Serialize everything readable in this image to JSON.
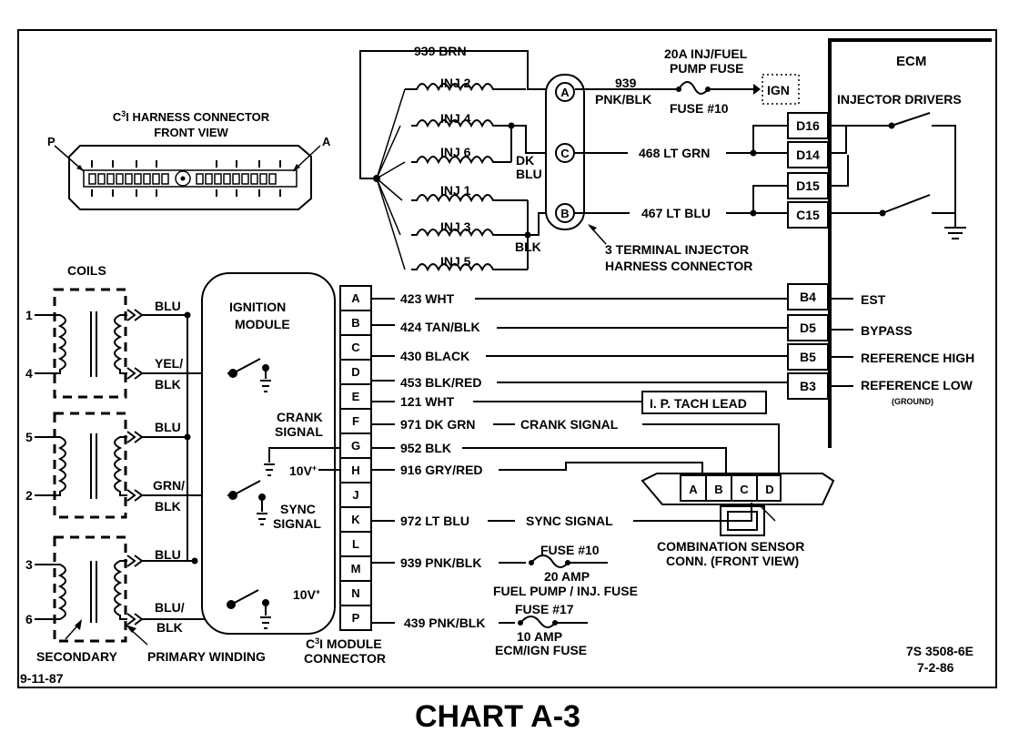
{
  "title": "CHART A-3",
  "date_left": "9-11-87",
  "ref_code": "7S 3508-6E",
  "ref_date": "7-2-86",
  "harness_connector": {
    "title_line1_prefix": "C",
    "title_line1_sup": "3",
    "title_line1_rest": "I  HARNESS CONNECTOR",
    "title_line2": "FRONT VIEW",
    "pin_left": "P",
    "pin_right": "A"
  },
  "injectors": [
    "INJ 2",
    "INJ 4",
    "INJ 6",
    "INJ 1",
    "INJ 3",
    "INJ 5"
  ],
  "wire_939_brn": "939 BRN",
  "dk_blu_line1": "DK",
  "dk_blu_line2": "BLU",
  "blk_label": "BLK",
  "fuse_top_line1": "20A INJ/FUEL",
  "fuse_top_line2": "PUMP FUSE",
  "fuse_top_name": "FUSE #10",
  "wire_939_num": "939",
  "wire_939_color": "PNK/BLK",
  "ign_label": "IGN",
  "term_a": "A",
  "term_c": "C",
  "term_b": "B",
  "wire_468": "468 LT GRN",
  "wire_467": "467 LT BLU",
  "term_connector_line1": "3 TERMINAL INJECTOR",
  "term_connector_line2": "HARNESS CONNECTOR",
  "ecm": {
    "label": "ECM",
    "injector_drivers": "INJECTOR DRIVERS",
    "pins_top": [
      "D16",
      "D14",
      "D15",
      "C15"
    ],
    "pins_bottom": [
      "B4",
      "D5",
      "B5",
      "B3"
    ],
    "signals": [
      "EST",
      "BYPASS",
      "REFERENCE HIGH",
      "REFERENCE LOW"
    ],
    "ground_note": "(GROUND)"
  },
  "coils": {
    "label": "COILS",
    "numbers": [
      "1",
      "4",
      "5",
      "2",
      "3",
      "6"
    ],
    "secondary": "SECONDARY",
    "primary": "PRIMARY WINDING",
    "wires": [
      "BLU",
      "YEL/",
      "BLK",
      "BLU",
      "GRN/",
      "BLK",
      "BLU",
      "BLU/",
      "BLK"
    ]
  },
  "ignition_module": {
    "line1": "IGNITION",
    "line2": "MODULE",
    "crank_line1": "CRANK",
    "crank_line2": "SIGNAL",
    "v10_a": "10V",
    "sync_line1": "SYNC",
    "sync_line2": "SIGNAL",
    "v10_b": "10V"
  },
  "module_connector": {
    "pins": [
      "A",
      "B",
      "C",
      "D",
      "E",
      "F",
      "G",
      "H",
      "J",
      "K",
      "L",
      "M",
      "N",
      "P"
    ],
    "caption_prefix": "C",
    "caption_sup": "3",
    "caption_rest": "I MODULE",
    "caption_line2": "CONNECTOR"
  },
  "wires_mid": {
    "a": "423 WHT",
    "b": "424 TAN/BLK",
    "c": "430 BLACK",
    "d": "453 BLK/RED",
    "e": "121 WHT",
    "f": "971 DK GRN",
    "g": "952 BLK",
    "h": "916 GRY/RED",
    "k": "972 LT BLU",
    "m": "939 PNK/BLK",
    "p": "439 PNK/BLK"
  },
  "tach_lead": "I. P. TACH LEAD",
  "crank_signal": "CRANK SIGNAL",
  "sync_signal": "SYNC SIGNAL",
  "fuse10_name": "FUSE #10",
  "fuse10_rating": "20 AMP",
  "fuse10_desc": "FUEL PUMP / INJ. FUSE",
  "fuse17_name": "FUSE #17",
  "fuse17_rating": "10 AMP",
  "fuse17_desc": "ECM/IGN FUSE",
  "combo_sensor": {
    "pins": [
      "A",
      "B",
      "C",
      "D"
    ],
    "line1": "COMBINATION SENSOR",
    "line2": "CONN. (FRONT VIEW)"
  }
}
